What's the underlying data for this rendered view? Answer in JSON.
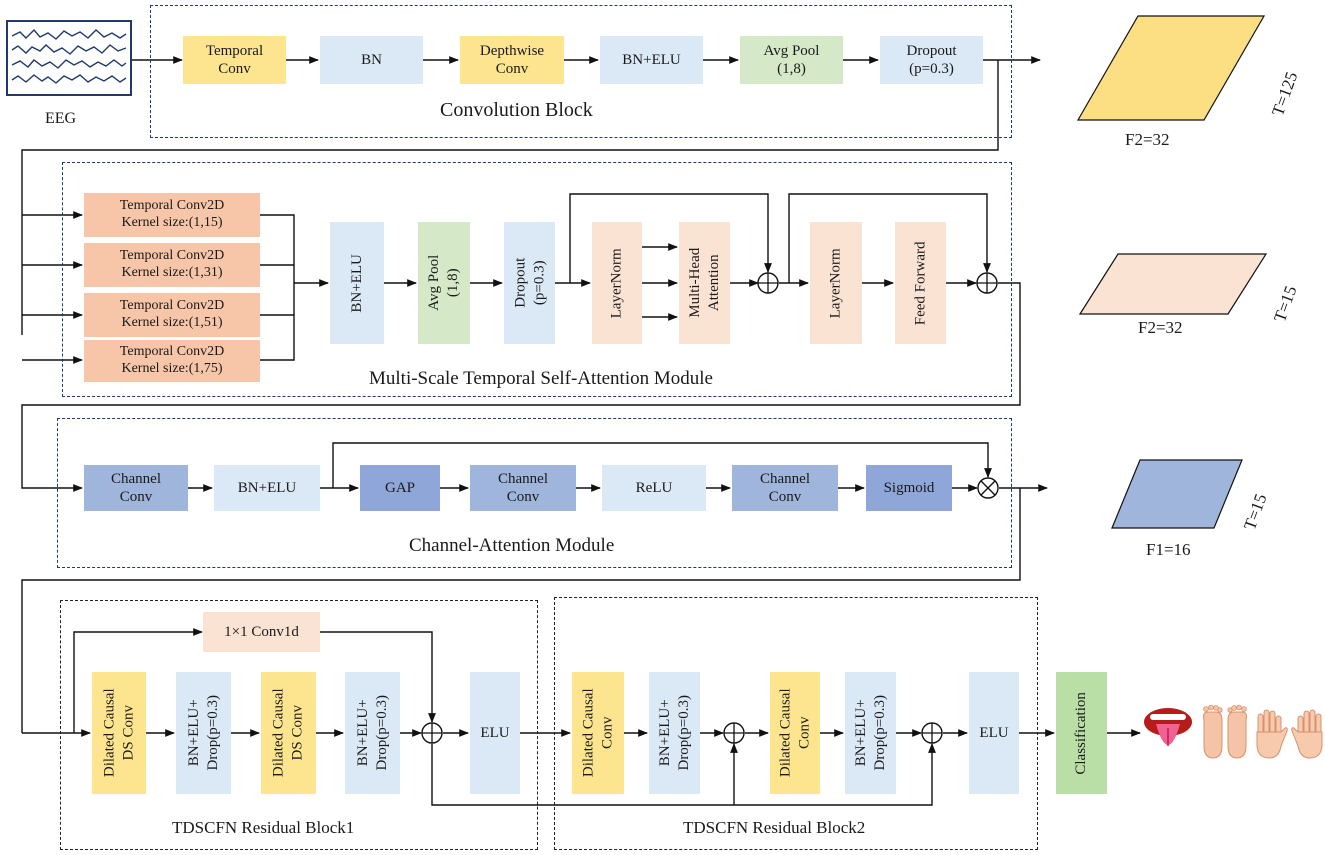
{
  "input": {
    "label": "EEG"
  },
  "conv_block": {
    "title": "Convolution Block",
    "steps": [
      "Temporal\nConv",
      "BN",
      "Depthwise\nConv",
      "BN+ELU",
      "Avg Pool\n(1,8)",
      "Dropout\n(p=0.3)"
    ]
  },
  "mstsa_block": {
    "title": "Multi-Scale Temporal Self-Attention Module",
    "branches": [
      "Temporal Conv2D\nKernel size:(1,15)",
      "Temporal Conv2D\nKernel size:(1,31)",
      "Temporal Conv2D\nKernel size:(1,51)",
      "Temporal Conv2D\nKernel size:(1,75)"
    ],
    "steps": [
      "BN+ELU",
      "Avg Pool\n(1,8)",
      "Dropout\n(p=0.3)",
      "LayerNorm",
      "Multi-Head\nAttention",
      "LayerNorm",
      "Feed Forward"
    ]
  },
  "ca_block": {
    "title": "Channel-Attention Module",
    "steps": [
      "Channel\nConv",
      "BN+ELU",
      "GAP",
      "Channel\nConv",
      "ReLU",
      "Channel\nConv",
      "Sigmoid"
    ]
  },
  "res1": {
    "title": "TDSCFN Residual Block1",
    "shortcut": "1×1 Conv1d",
    "steps": [
      "Dilated Causal\nDS Conv",
      "BN+ELU+\nDrop(p=0.3)",
      "Dilated Causal\nDS Conv",
      "BN+ELU+\nDrop(p=0.3)"
    ],
    "out": "ELU"
  },
  "res2": {
    "title": "TDSCFN Residual Block2",
    "steps": [
      "Dilated Causal\nConv",
      "BN+ELU+\nDrop(p=0.3)",
      "Dilated Causal\nConv",
      "BN+ELU+\nDrop(p=0.3)"
    ],
    "out": "ELU"
  },
  "classification": "Classification",
  "feature_maps": [
    {
      "side": "T=125",
      "bottom": "F2=32",
      "color": "#fddf83"
    },
    {
      "side": "T=15",
      "bottom": "F2=32",
      "color": "#fbe3d4"
    },
    {
      "side": "T=15",
      "bottom": "F1=16",
      "color": "#9fb5dc"
    }
  ],
  "outputs": [
    "tongue-icon",
    "feet-icon",
    "left-hand-icon",
    "right-hand-icon"
  ]
}
